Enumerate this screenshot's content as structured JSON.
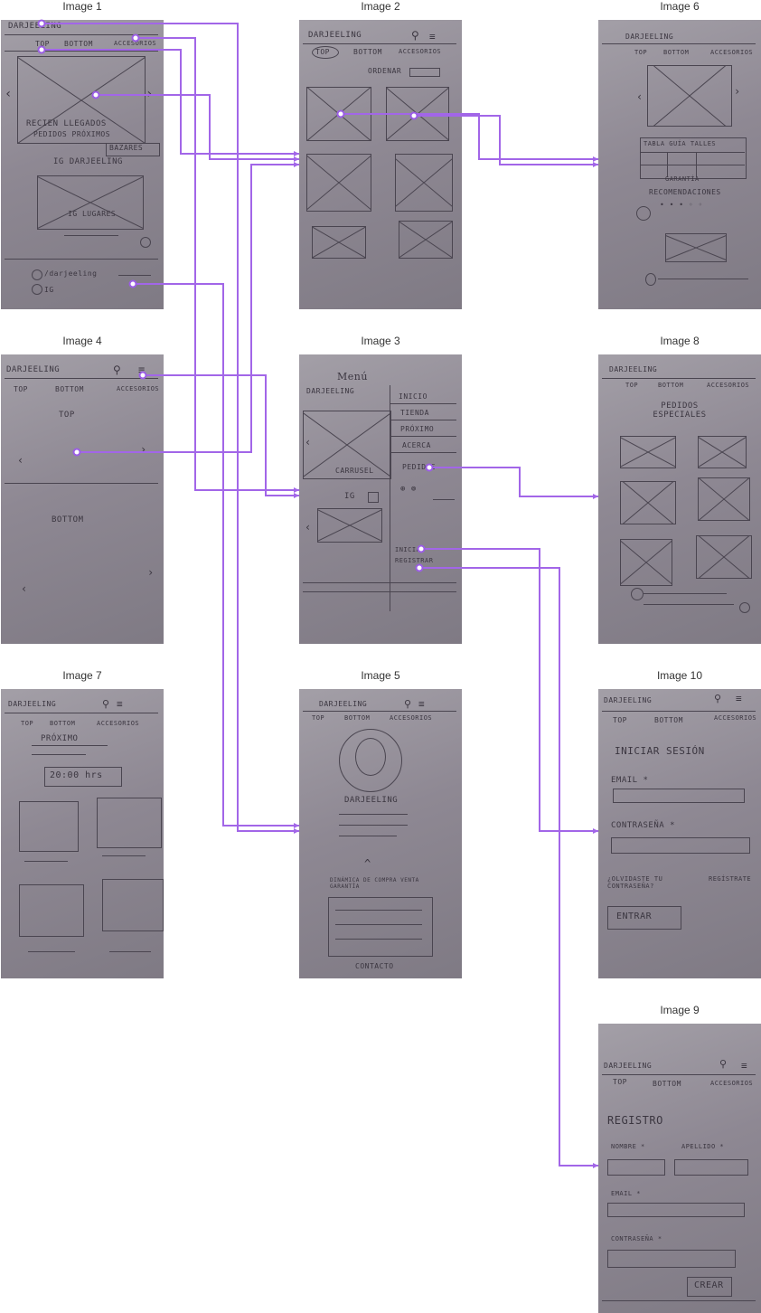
{
  "labels": {
    "img1": "Image 1",
    "img2": "Image 2",
    "img6": "Image 6",
    "img4": "Image 4",
    "img3": "Image 3",
    "img8": "Image 8",
    "img7": "Image 7",
    "img5": "Image 5",
    "img10": "Image 10",
    "img9": "Image 9"
  },
  "sketch_text": {
    "brand": "DARJEELING",
    "nav_top": "TOP",
    "nav_bottom": "BOTTOM",
    "nav_acc": "ACCESORIOS",
    "recien": "RECIEN LLEGADOS",
    "pedidos_proximos": "PEDIDOS PRÓXIMOS",
    "bazares": "BAZARES",
    "ig_darjeeling": "IG DARJEELING",
    "ig_lugares": "IG LUGARES",
    "fb": "/darjeeling",
    "ig": "IG",
    "ordenar": "ORDENAR",
    "tabla_talles": "TABLA GUÍA TALLES",
    "garantia": "GARANTÍA",
    "recomendaciones": "RECOMENDACIONES",
    "top_label": "TOP",
    "bottom_label": "BOTTOM",
    "menu_title": "Menú",
    "menu_inicio": "INICIO",
    "menu_tienda": "TIENDA",
    "menu_proximo": "PRÓXIMO",
    "menu_acerca": "ACERCA",
    "menu_pedidos": "PEDIDOS",
    "menu_iniciar": "INICIAR",
    "menu_registrar": "REGISTRAR",
    "carrusel": "CARRUSEL",
    "pedidos_especiales": "PEDIDOS ESPECIALES",
    "proximo": "PRÓXIMO",
    "hora": "20:00 hrs",
    "garantia_link": "DINÁMICA DE COMPRA VENTA GARANTÍA",
    "contacto": "CONTACTO",
    "iniciar_sesion": "INICIAR SESIÓN",
    "email": "EMAIL *",
    "contrasena": "CONTRASEÑA *",
    "olvidaste": "¿OLVIDASTE TU CONTRASEÑA?",
    "registrate": "REGÍSTRATE",
    "entrar": "ENTRAR",
    "registro": "REGISTRO",
    "nombre": "NOMBRE *",
    "apellido": "APELLIDO *",
    "crear": "CREAR"
  },
  "colors": {
    "connector": "#a266e8",
    "sketch_bg": "#8f8a93"
  }
}
